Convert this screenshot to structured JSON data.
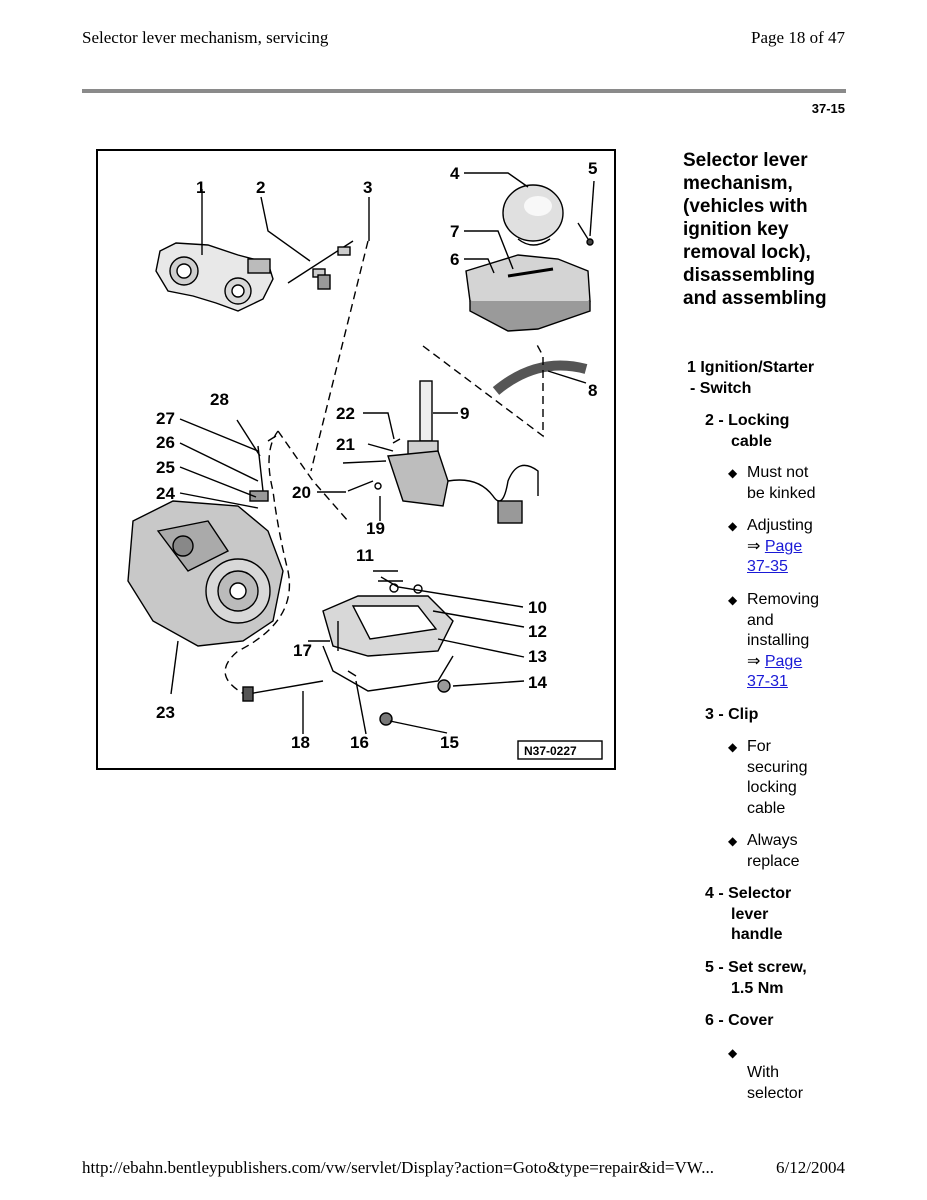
{
  "header": {
    "title": "Selector lever mechanism, servicing",
    "page": "Page 18 of 47"
  },
  "section_number": "37-15",
  "figure": {
    "ref": "N37-0227",
    "callouts": [
      "1",
      "2",
      "3",
      "4",
      "5",
      "6",
      "7",
      "8",
      "9",
      "10",
      "11",
      "12",
      "13",
      "14",
      "15",
      "16",
      "17",
      "18",
      "19",
      "20",
      "21",
      "22",
      "23",
      "24",
      "25",
      "26",
      "27",
      "28"
    ]
  },
  "sidebar": {
    "title": "Selector lever mechanism, (vehicles with ignition key removal lock), disassembling and assembling",
    "items": [
      {
        "num": "1",
        "label_line1": "1 Ignition/Starter",
        "label_line2": "- Switch"
      },
      {
        "num": "2 -",
        "label_line1": "2 - Locking",
        "label_line2": "cable",
        "notes": [
          {
            "line1": "Must not",
            "line2": "be kinked"
          },
          {
            "line1": "Adjusting",
            "arrow": "⇒",
            "link1": "Page",
            "link2": "37-35"
          },
          {
            "line1": "Removing",
            "line2": "and",
            "line3": "installing",
            "arrow": "⇒",
            "link1": "Page",
            "link2": "37-31"
          }
        ]
      },
      {
        "label_line1": "3 - Clip",
        "notes": [
          {
            "line1": "For",
            "line2": "securing",
            "line3": "locking",
            "line4": "cable"
          },
          {
            "line1": "Always",
            "line2": "replace"
          }
        ]
      },
      {
        "label_line1": "4 - Selector",
        "label_line2": "lever",
        "label_line3": "handle"
      },
      {
        "label_line1": "5 - Set screw,",
        "label_line2": "1.5 Nm"
      },
      {
        "label_line1": "6 - Cover",
        "notes": [
          {
            "line1": "With",
            "line2": "selector"
          }
        ]
      }
    ]
  },
  "footer": {
    "url": "http://ebahn.bentleypublishers.com/vw/servlet/Display?action=Goto&type=repair&id=VW...",
    "date": "6/12/2004"
  },
  "bullet_glyph": "◆"
}
